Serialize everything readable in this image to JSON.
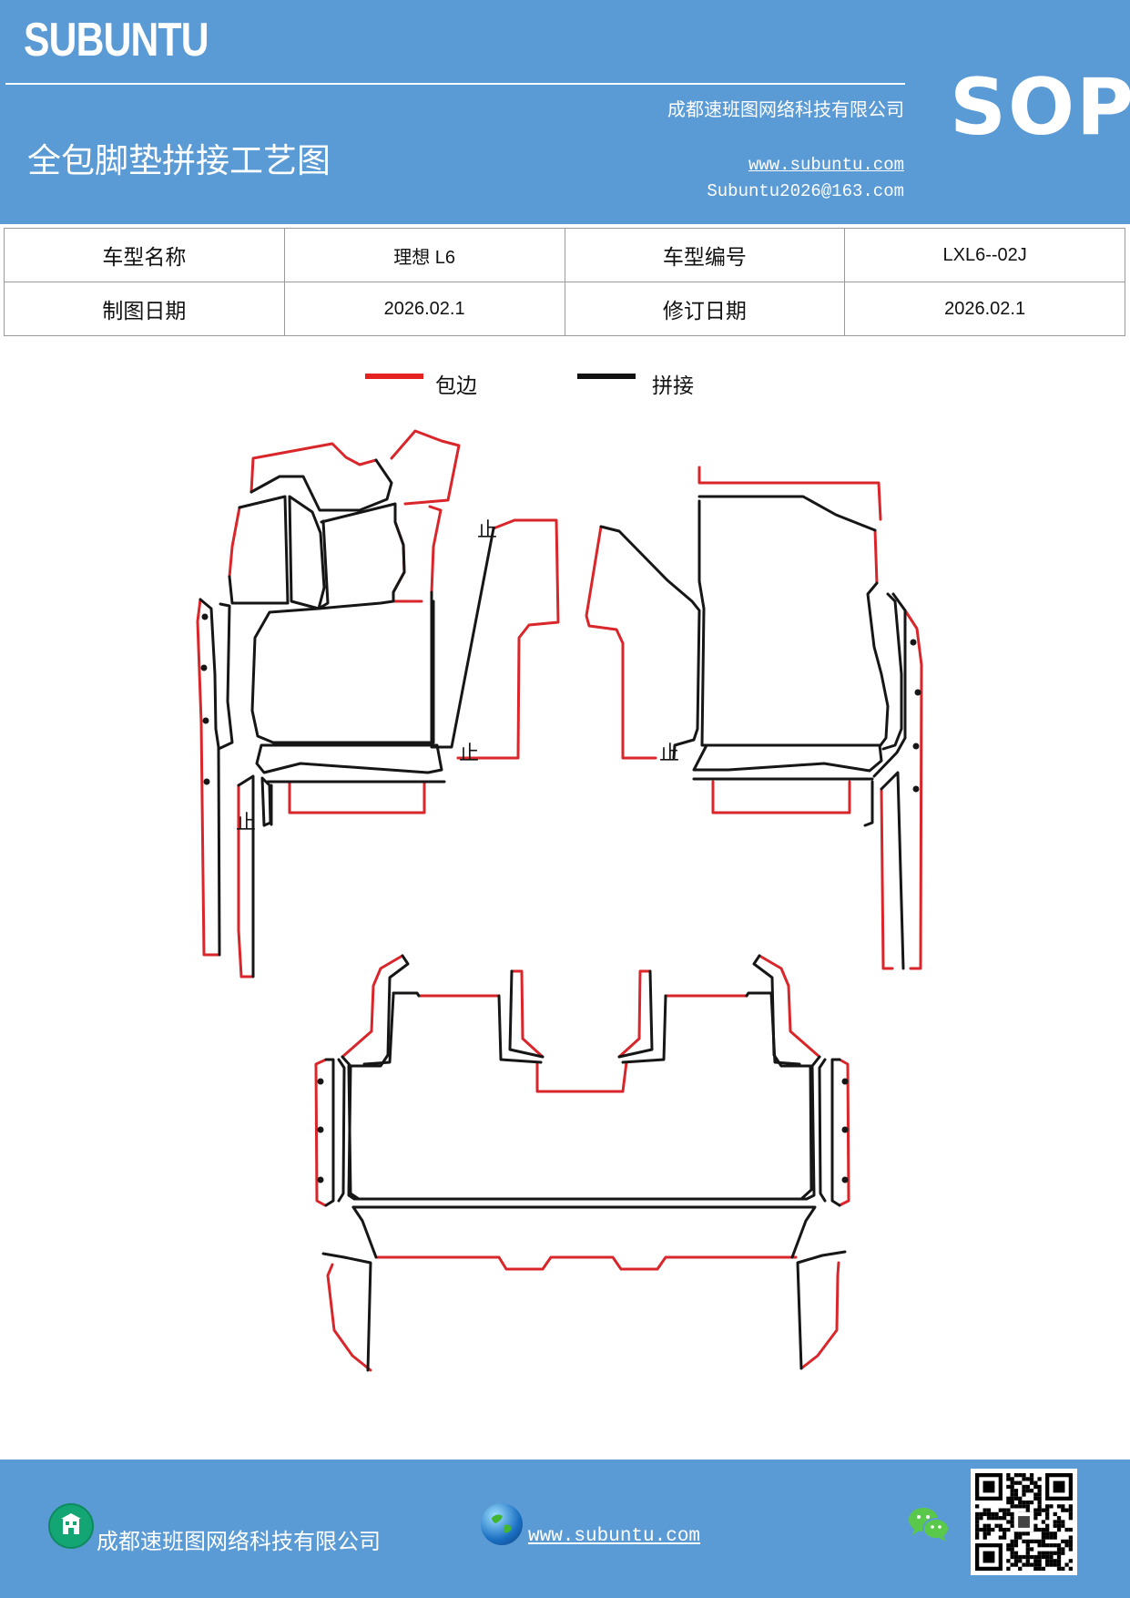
{
  "header": {
    "brand": "SUBUNTU",
    "company": "成都速班图网络科技有限公司",
    "title": "全包脚垫拼接工艺图",
    "website": "www.subuntu.com",
    "email": "Subuntu2026@163.com",
    "badge": "SOP"
  },
  "info_table": {
    "model_name_label": "车型名称",
    "model_name_value": "理想 L6",
    "model_code_label": "车型编号",
    "model_code_value": "LXL6--02J",
    "draw_date_label": "制图日期",
    "draw_date_value": "2026.02.1",
    "revise_date_label": "修订日期",
    "revise_date_value": "2026.02.1"
  },
  "legend": {
    "items": [
      {
        "label": "包边",
        "color": "#e52222"
      },
      {
        "label": "拼接",
        "color": "#111111"
      }
    ]
  },
  "diagram": {
    "stop_mark": "止",
    "colors": {
      "edge": "#d9262b",
      "seam": "#161616"
    }
  },
  "footer": {
    "company": "成都速班图网络科技有限公司",
    "website": "www.subuntu.com ",
    "icons": [
      "building-icon",
      "globe-icon",
      "wechat-icon",
      "qr-code"
    ]
  }
}
